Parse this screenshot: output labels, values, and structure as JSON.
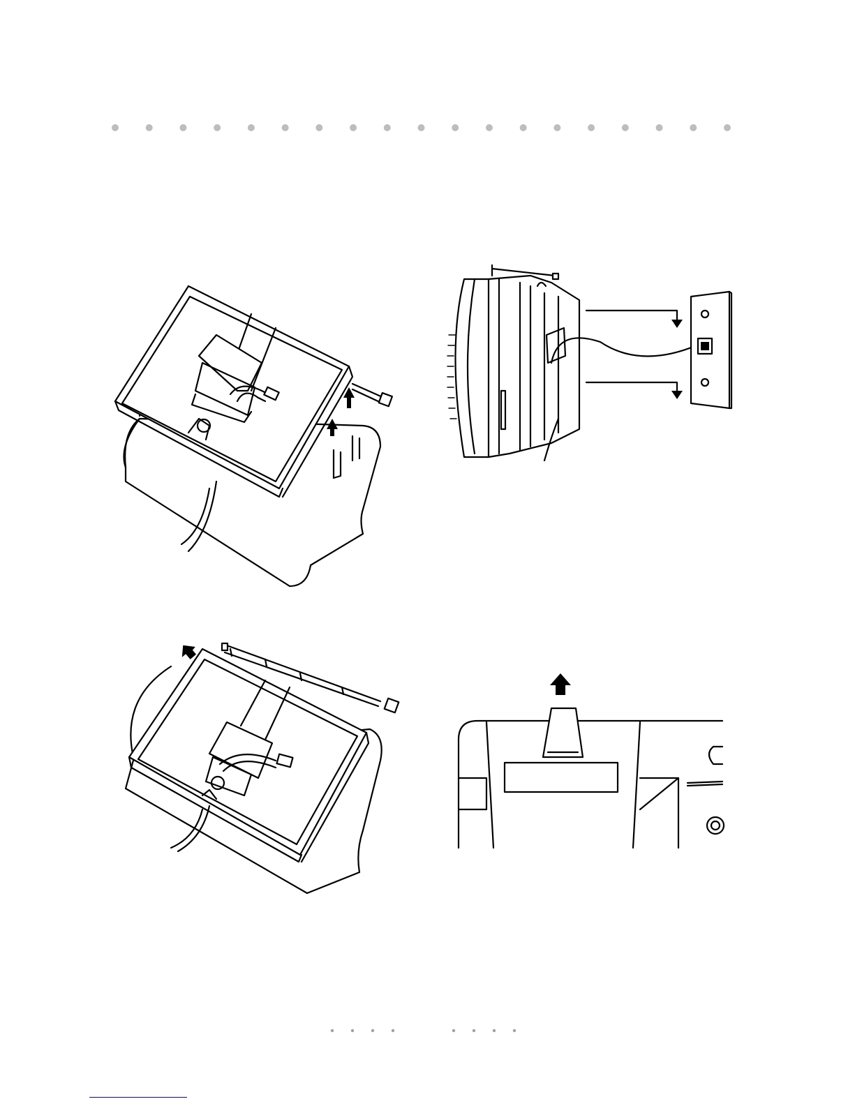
{
  "page": {
    "top_rule": {
      "dot_count": 19,
      "dot_color": "#bdbdbd"
    },
    "footer_rule": {
      "left_dot_count": 4,
      "right_dot_count": 4,
      "dot_color": "#a0a0a0"
    },
    "bottom_rule_color": "#0000cc"
  },
  "figures": [
    {
      "id": "fig-desk-bracket",
      "icons": [
        "phone-base-icon",
        "wall-bracket-icon",
        "antenna-icon",
        "phone-cord-icon",
        "arrow-icon"
      ]
    },
    {
      "id": "fig-wall-mount-side",
      "icons": [
        "phone-side-icon",
        "wall-plate-icon",
        "down-arrow-icon",
        "phone-cord-icon"
      ]
    },
    {
      "id": "fig-antenna-raise",
      "icons": [
        "phone-base-icon",
        "antenna-icon",
        "up-arrow-icon"
      ]
    },
    {
      "id": "fig-clip-detail",
      "icons": [
        "handset-clip-icon",
        "up-arrow-icon"
      ]
    }
  ]
}
